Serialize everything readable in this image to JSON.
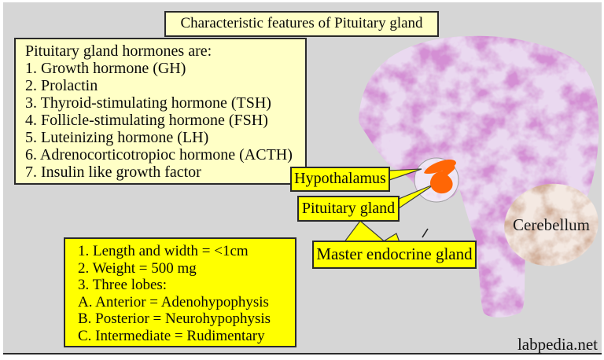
{
  "title": "Characteristic features of Pituitary gland",
  "hormones_box": {
    "heading": "Pituitary gland hormones are:",
    "items": [
      "1. Growth hormone (GH)",
      "2. Prolactin",
      "3. Thyroid-stimulating hormone (TSH)",
      "4. Follicle-stimulating hormone (FSH)",
      "5. Luteinizing hormone (LH)",
      "6. Adrenocorticotropioc hormone (ACTH)",
      "7. Insulin like growth factor"
    ]
  },
  "features_box": {
    "items": [
      "1. Length and width = <1cm",
      "2. Weight = 500 mg",
      "3. Three lobes:",
      "A. Anterior = Adenohypophysis",
      "B. Posterior = Neurohypophysis",
      "C. Intermediate = Rudimentary"
    ]
  },
  "labels": {
    "hypothalamus": "Hypothalamus",
    "pituitary": "Pituitary gland",
    "master": "Master endocrine gland",
    "cerebellum": "Cerebellum"
  },
  "watermark": "labpedia.net",
  "colors": {
    "background_gray": "#d6d6d6",
    "pale_yellow": "#ffffc6",
    "bright_yellow": "#ffff00",
    "brain_light": "#ead9f0",
    "brain_purple": "#a744a7",
    "cerebellum_light": "#f4e9e2",
    "cerebellum_brown": "#a26b4f",
    "orange": "#ff6605"
  }
}
